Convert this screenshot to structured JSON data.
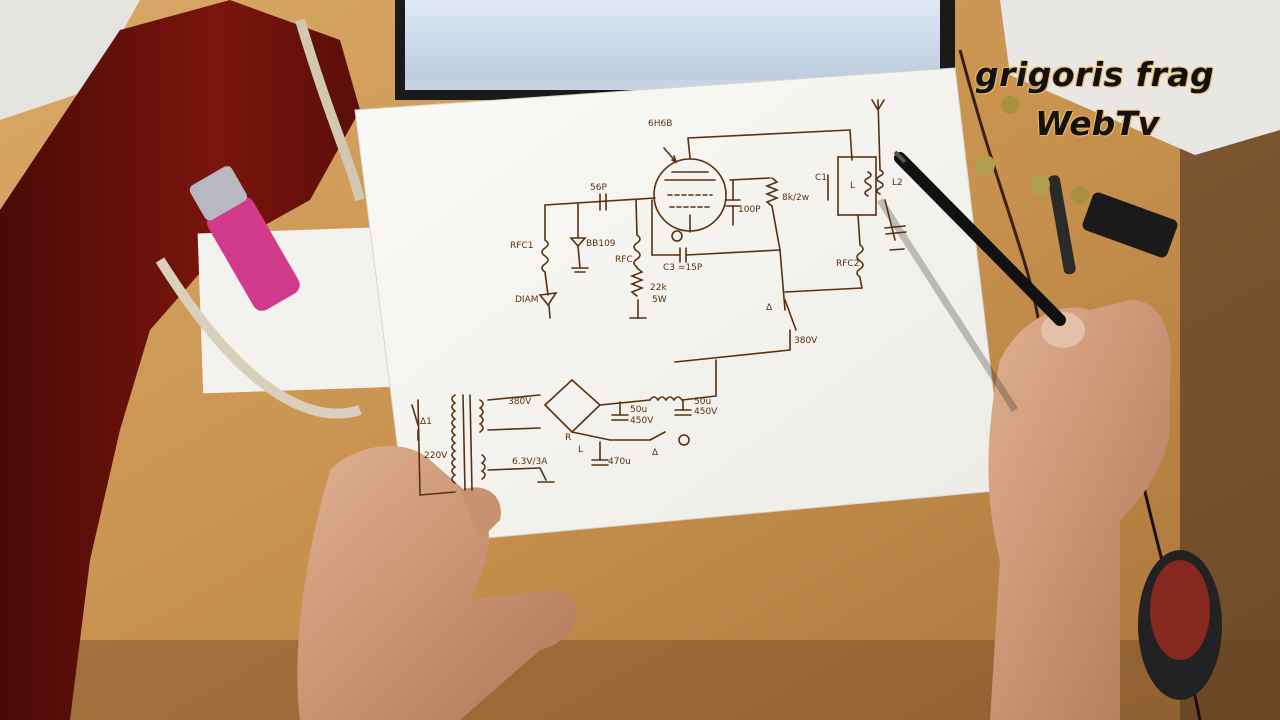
{
  "watermark": {
    "line1": "grigoris frag",
    "line2": "WebTv"
  },
  "schematic": {
    "tube": "6H6B",
    "cap_grid": "56P",
    "varicap": "BB109",
    "rfc1": "RFC1",
    "rfc2": "RFC",
    "rfc3": "RFC2",
    "antenna_in": "DIAM",
    "grid_res": "22k",
    "grid_res_watt": "5W",
    "cap_c3": "C3 =15P",
    "bypass": "100P",
    "plate_res": "8k/2w",
    "tank_c": "C1",
    "tank_l": "L",
    "tank_l2": "L2",
    "switch_a": "Δ",
    "b_plus": "380V",
    "switch_d1": "Δ1",
    "mains": "220V",
    "sec_hv": "380V",
    "sec_fil": "6.3V/3A",
    "cap_a": "50u",
    "cap_a_v": "450V",
    "cap_b": "50u",
    "cap_b_v": "450V",
    "cap_c": "470u",
    "choke": "L",
    "resistor_b": "R",
    "out_switch": "Δ"
  }
}
